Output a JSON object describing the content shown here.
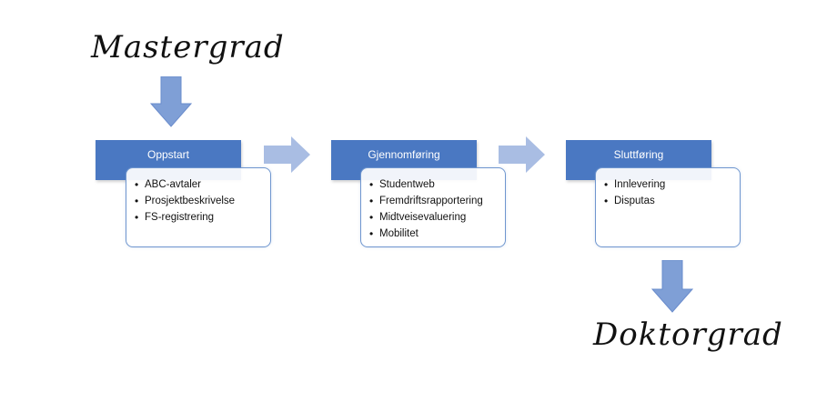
{
  "start_label": "Mastergrad",
  "end_label": "Doktorgrad",
  "stages": [
    {
      "title": "Oppstart",
      "items": [
        "ABC-avtaler",
        "Prosjektbeskrivelse",
        "FS-registrering"
      ]
    },
    {
      "title": "Gjennomføring",
      "items": [
        "Studentweb",
        "Fremdriftsrapportering",
        "Midtveisevaluering",
        "Mobilitet"
      ]
    },
    {
      "title": "Sluttføring",
      "items": [
        "Innlevering",
        "Disputas"
      ]
    }
  ],
  "colors": {
    "header_fill": "#4a78c2",
    "arrow_fill": "#a9bde3",
    "down_arrow_fill": "#7f9fd6",
    "box_border": "#6f96cf"
  }
}
